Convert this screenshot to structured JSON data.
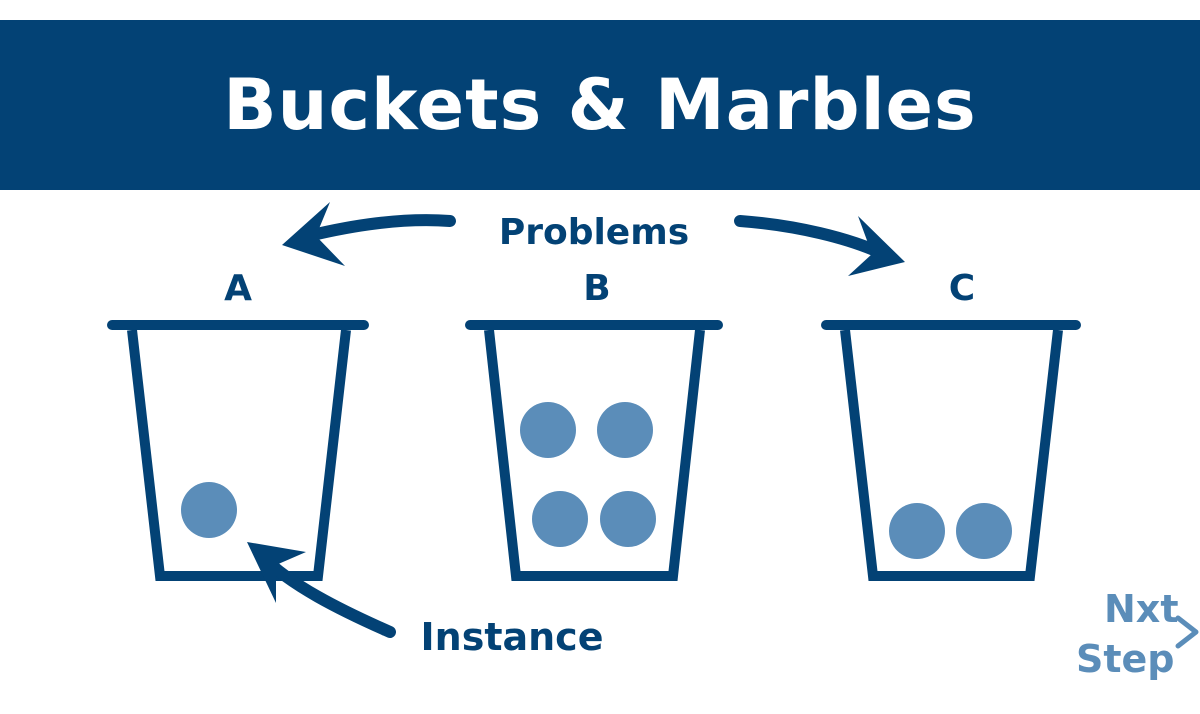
{
  "title": "Buckets & Marbles",
  "problems_label": "Problems",
  "instance_label": "Instance",
  "buckets": [
    {
      "label": "A",
      "marbles": 1
    },
    {
      "label": "B",
      "marbles": 4
    },
    {
      "label": "C",
      "marbles": 2
    }
  ],
  "logo": {
    "line1": "Nxt",
    "line2": "Step"
  },
  "colors": {
    "navy": "#034275",
    "marble": "#5b8db9",
    "logo": "#5b8db9",
    "background": "#ffffff"
  }
}
